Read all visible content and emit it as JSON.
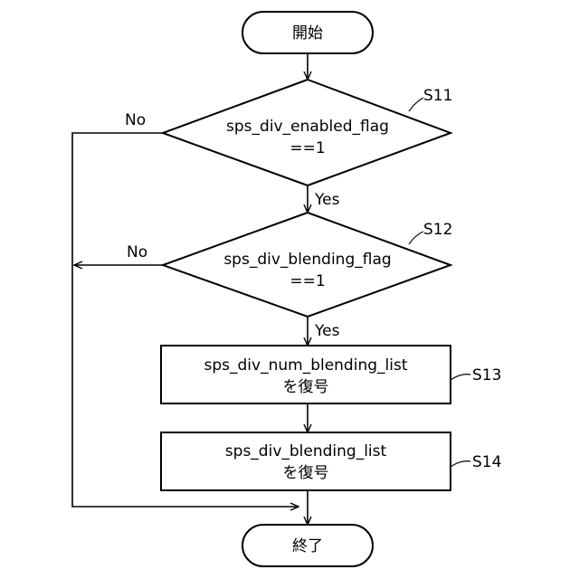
{
  "terminals": {
    "start": "開始",
    "end": "終了"
  },
  "decisions": [
    {
      "step": "S11",
      "line1": "sps_div_enabled_flag",
      "line2": "==1",
      "no_label": "No",
      "yes_label": "Yes"
    },
    {
      "step": "S12",
      "line1": "sps_div_blending_flag",
      "line2": "==1",
      "no_label": "No",
      "yes_label": "Yes"
    }
  ],
  "processes": [
    {
      "step": "S13",
      "line1": "sps_div_num_blending_list",
      "line2": "を復号"
    },
    {
      "step": "S14",
      "line1": "sps_div_blending_list",
      "line2": "を復号"
    }
  ]
}
